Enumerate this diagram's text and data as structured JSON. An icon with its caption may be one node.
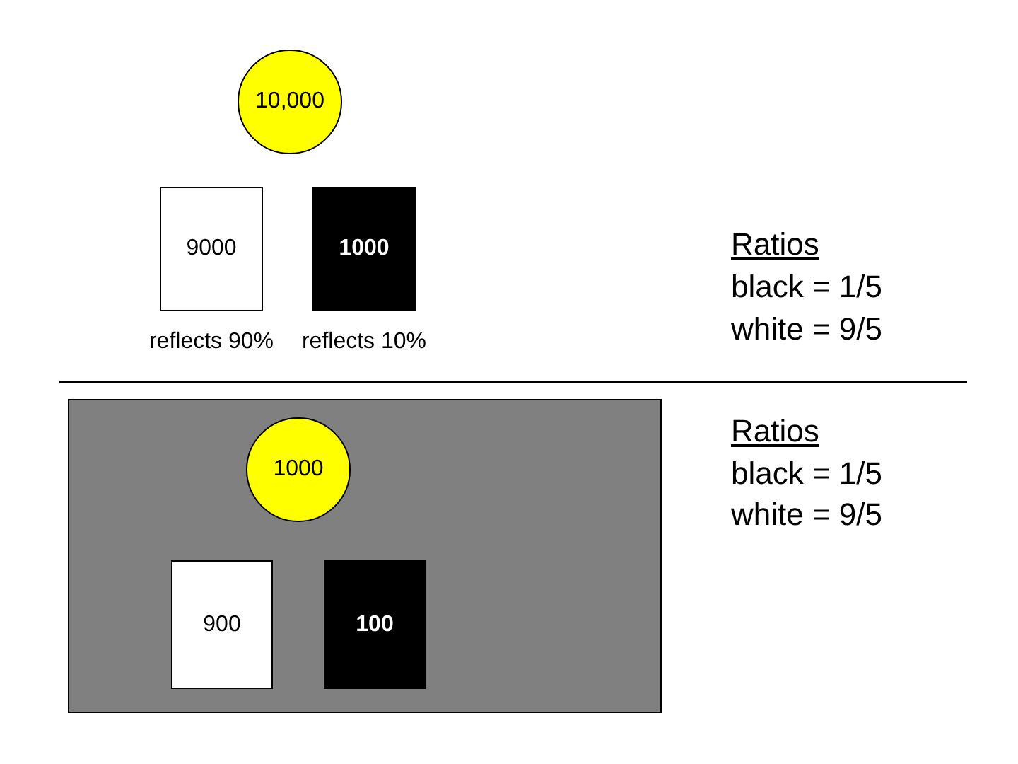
{
  "diagram": {
    "nodes": [
      {
        "text": [
          "10,000"
        ]
      },
      {
        "text": [
          "9000"
        ],
        "beside": [
          "reflects 90%"
        ]
      },
      {
        "text": [
          "1000"
        ],
        "beside": [
          "reflects 10%"
        ]
      },
      {
        "text": [],
        "shape": "box"
      },
      {
        "text": [
          "1000"
        ],
        "in": 3
      },
      {
        "text": [
          "900"
        ],
        "in": 3
      },
      {
        "text": [
          "100"
        ],
        "in": 3
      }
    ],
    "edges": [],
    "labels": [
      "Ratios",
      "black = 1/5",
      "white = 9/5",
      "Ratios",
      "black = 1/5",
      "white = 9/5"
    ]
  }
}
